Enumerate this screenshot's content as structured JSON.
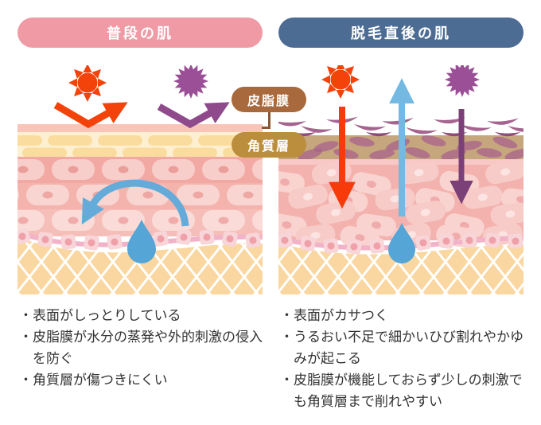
{
  "headers": {
    "left": "普段の肌",
    "right": "脱毛直後の肌"
  },
  "labels": {
    "sebum_film": "皮脂膜",
    "stratum_corneum": "角質層"
  },
  "left_panel": {
    "bullets": [
      "・表面がしっとりしている",
      "・皮脂膜が水分の蒸発や外的刺激の侵入を防ぐ",
      "・角質層が傷つきにくい"
    ]
  },
  "right_panel": {
    "bullets": [
      "・表面がカサつく",
      "・うるおい不足で細かいひび割れやかゆみが起こる",
      "・皮脂膜が機能しておらず少しの刺激でも角質層まで削れやすい"
    ]
  },
  "icons": [
    "sun-icon",
    "irritant-icon",
    "reflected-uv-arrow-icon",
    "reflected-irritant-arrow-icon",
    "moisture-cycle-arrow-icon",
    "moisture-droplet-icon",
    "uv-penetration-arrow-icon",
    "moisture-evaporation-arrow-icon",
    "irritant-penetration-arrow-icon"
  ],
  "colors": {
    "header_left_bg": "#ef9aa5",
    "header_right_bg": "#4d6c94",
    "label_sebum_bg": "#a8693c",
    "label_corneum_bg": "#bb8e3e",
    "sun": "#f4420b",
    "irritant": "#9b4f96",
    "arrow_orange": "#f4420b",
    "arrow_purple": "#8e4a8b",
    "arrow_red": "#f63a0a",
    "arrow_blue_up": "#74b9e2",
    "arrow_purple_down": "#7b4078",
    "arrow_cycle_blue": "#64abda",
    "droplet": "#55a5d6",
    "sebum_strip": "#f9c5b8",
    "corneum_cream": "#fdf0d2",
    "corneum_brick": "#fbdc9f",
    "damaged_corneum_tan": "#c5a67d",
    "flake_mauve": "#a5648f",
    "subcutis_orange": "#fad7a0",
    "text": "#333333"
  }
}
